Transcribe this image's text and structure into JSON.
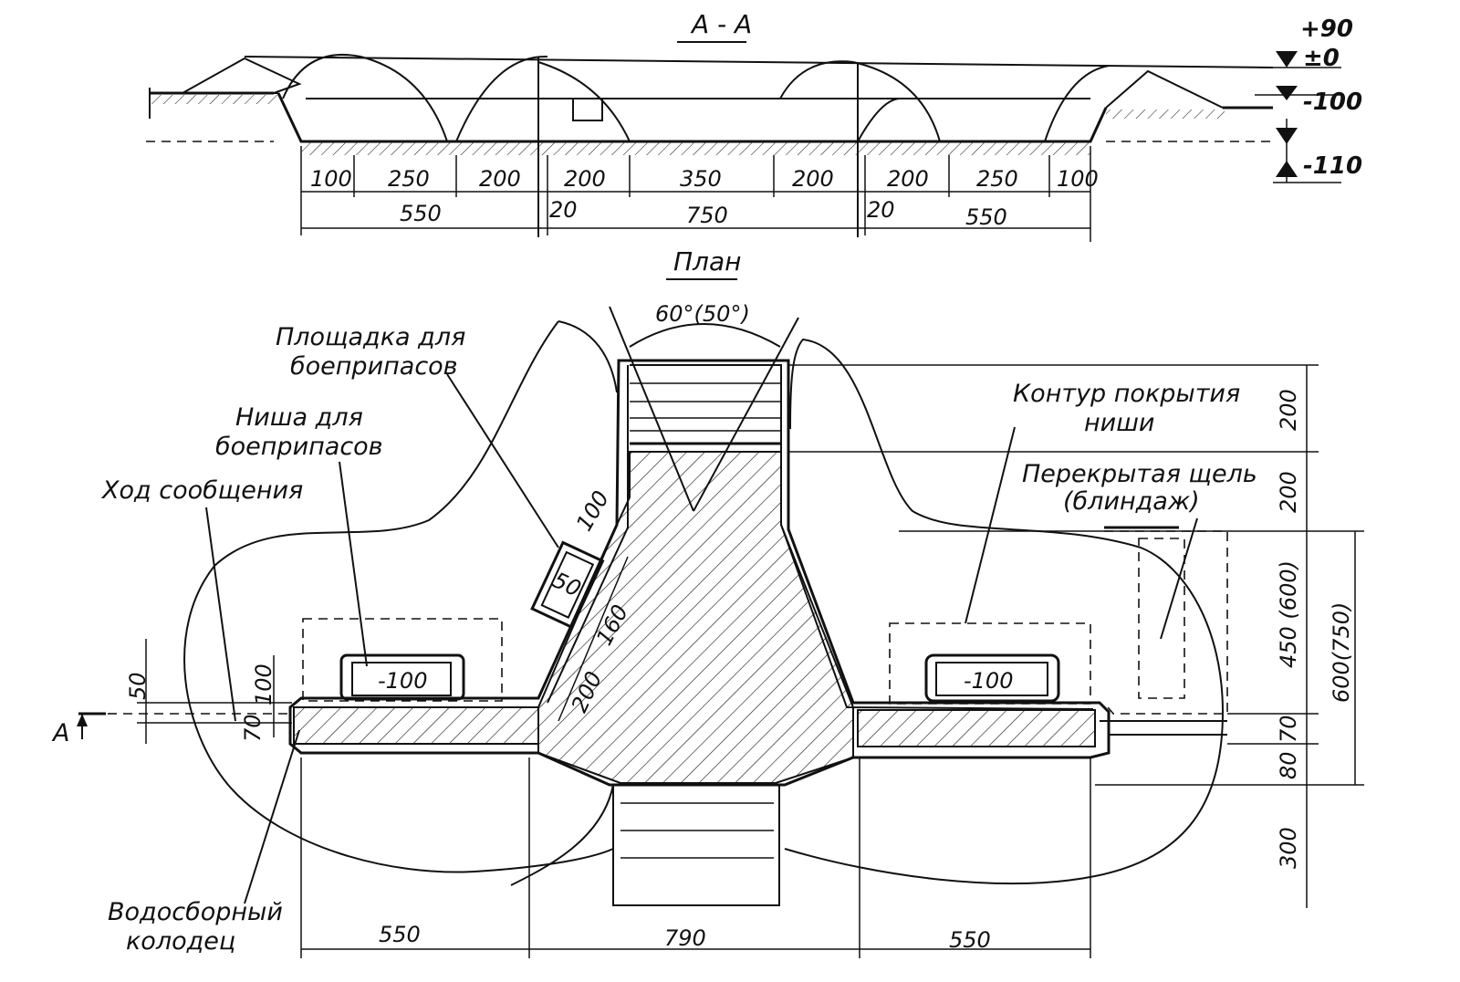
{
  "section": {
    "title": "A - A",
    "elevations": [
      "+90",
      "±0",
      "-100",
      "-110"
    ],
    "dims_top": [
      "100",
      "250",
      "200",
      "200",
      "350",
      "200",
      "200",
      "250",
      "100"
    ],
    "dims_bottom": [
      "550",
      "20",
      "750",
      "20",
      "550"
    ]
  },
  "plan": {
    "title": "План",
    "angle": "60°(50°)",
    "labels": {
      "ammo_platform": [
        "Площадка для",
        "боеприпасов"
      ],
      "ammo_niche": [
        "Ниша для",
        "боеприпасов"
      ],
      "comm_trench": "Ход сообщения",
      "drain_well": [
        "Водосборный",
        "колодец"
      ],
      "niche_cover": [
        "Контур покрытия",
        "ниши"
      ],
      "covered_slit": [
        "Перекрытая щель",
        "(блиндаж)"
      ],
      "section_mark": "А"
    },
    "niche_levels": [
      "-100",
      "-100"
    ],
    "diag_dims": [
      "100",
      "50",
      "160",
      "200"
    ],
    "left_dims": [
      "50",
      "100",
      "70"
    ],
    "right_dims": [
      "200",
      "200",
      "450 (600)",
      "70",
      "80",
      "300"
    ],
    "right_outer_dim": "600(750)",
    "bottom_dims": [
      "550",
      "790",
      "550"
    ]
  },
  "colors": {
    "ink": "#111111",
    "paper": "#ffffff"
  }
}
